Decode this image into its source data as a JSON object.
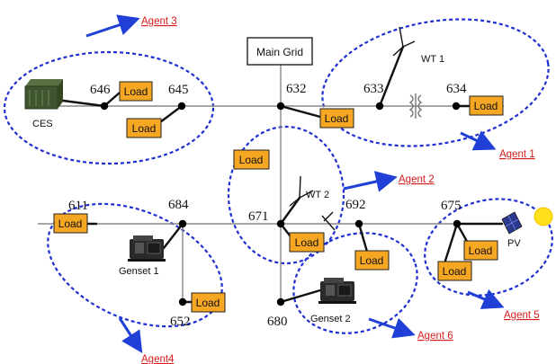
{
  "main_grid": "Main Grid",
  "nodes": {
    "n646": "646",
    "n645": "645",
    "n632": "632",
    "n633": "633",
    "n634": "634",
    "n611": "611",
    "n684": "684",
    "n671": "671",
    "n692": "692",
    "n675": "675",
    "n652": "652",
    "n680": "680"
  },
  "agents": {
    "a1": "Agent 1",
    "a2": "Agent 2",
    "a3": "Agent 3",
    "a4": "Agent4",
    "a5": "Agent 5",
    "a6": "Agent 6"
  },
  "components": {
    "ces": "CES",
    "wt1": "WT 1",
    "wt2": "WT 2",
    "genset1": "Genset 1",
    "genset2": "Genset 2",
    "pv": "PV"
  },
  "load_label": "Load",
  "colors": {
    "agent_boundary": "#1f2fd0",
    "agent_arrow": "#1f3fd6",
    "agent_text": "#d61c1c",
    "load_box": "#f5a623",
    "bus_line": "#111111",
    "sun": "#ffe01a"
  }
}
